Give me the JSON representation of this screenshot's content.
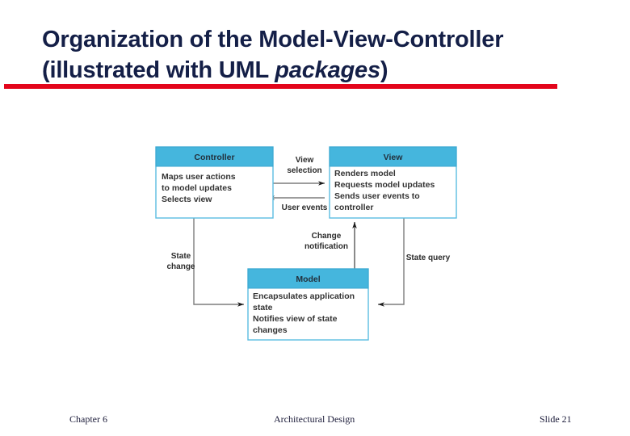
{
  "slide": {
    "title_line1": "Organization of the Model-View-Controller",
    "title_line2_prefix": "(illustrated with UML ",
    "title_line2_italic": "packages",
    "title_line2_suffix": ")",
    "title_color": "#141f47",
    "rule_color": "#e3051b"
  },
  "diagram": {
    "header_fill": "#45b6dd",
    "border_color": "#5bbde0",
    "line_color": "#808080",
    "packages": [
      {
        "id": "controller",
        "title": "Controller",
        "lines": [
          "Maps user actions",
          "to model updates",
          "Selects view"
        ]
      },
      {
        "id": "view",
        "title": "View",
        "lines": [
          "Renders model",
          "Requests model updates",
          "Sends user events to",
          "controller"
        ]
      },
      {
        "id": "model",
        "title": "Model",
        "lines": [
          "Encapsulates application",
          "state",
          "Notifies view of state",
          "changes"
        ]
      }
    ],
    "edges": [
      {
        "id": "view-selection",
        "line1": "View",
        "line2": "selection"
      },
      {
        "id": "user-events",
        "line1": "User events",
        "line2": ""
      },
      {
        "id": "state-change",
        "line1": "State",
        "line2": "change"
      },
      {
        "id": "change-notification",
        "line1": "Change",
        "line2": "notification"
      },
      {
        "id": "state-query",
        "line1": "State query",
        "line2": ""
      }
    ]
  },
  "footer": {
    "chapter": "Chapter 6",
    "center": "Architectural Design",
    "slide": "Slide  21"
  }
}
